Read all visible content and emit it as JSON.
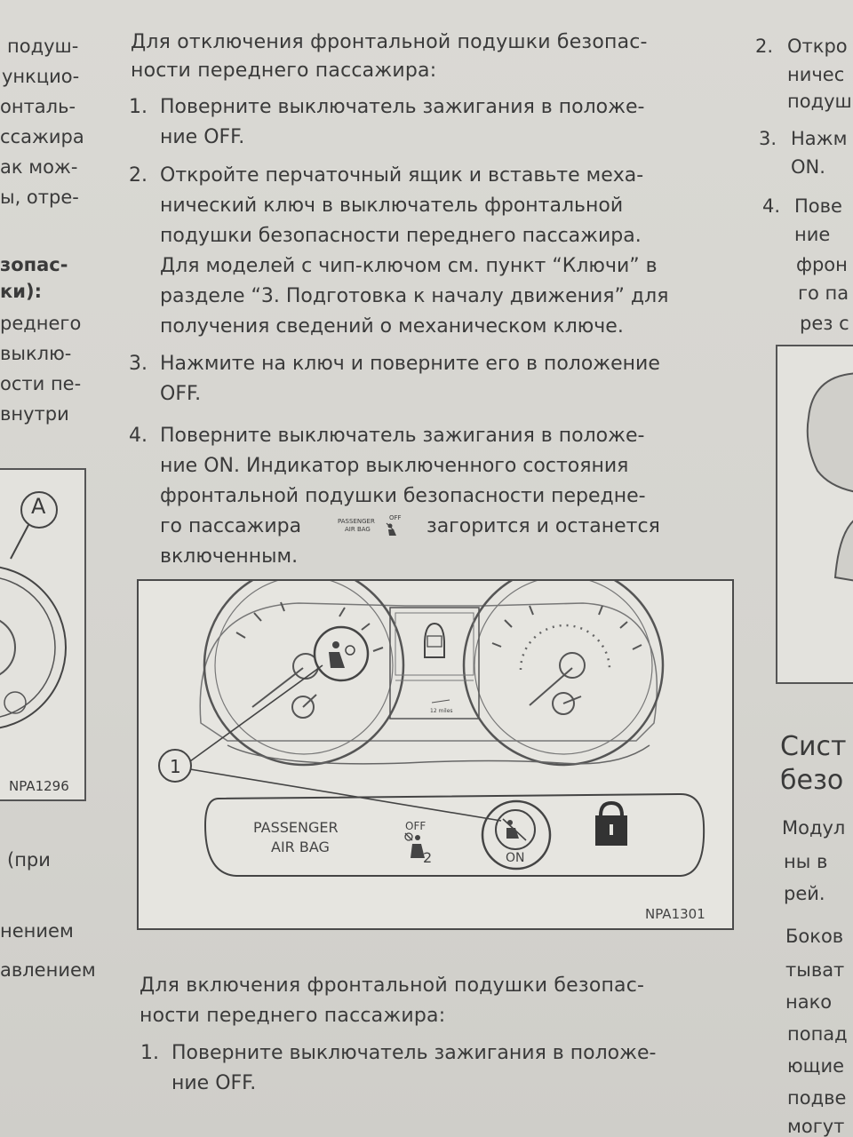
{
  "left_column": {
    "lines": [
      "подуш-",
      "ункцио-",
      "онталь-",
      "ссажира",
      "ак мож-",
      "ы, отре-"
    ],
    "heading": [
      "зопас-",
      "ки):"
    ],
    "lines2": [
      "реднего",
      "выклю-",
      "ости пе-",
      "внутри"
    ],
    "figure_callout": "A",
    "figure_code": "NPA1296",
    "lines3": [
      "(при",
      "нением",
      "авлением"
    ]
  },
  "middle_column": {
    "intro": [
      "Для отключения фронтальной подушки безопас-",
      "ности переднего пассажира:"
    ],
    "steps": [
      {
        "num": "1.",
        "lines": [
          "Поверните выключатель зажигания в положе-",
          "ние OFF."
        ]
      },
      {
        "num": "2.",
        "lines": [
          "Откройте перчаточный ящик и вставьте меха-",
          "нический ключ в выключатель фронтальной",
          "подушки безопасности переднего пассажира.",
          "Для моделей с чип-ключом см. пункт “Ключи” в",
          "разделе “3. Подготовка к началу движения” для",
          "получения сведений о механическом ключе."
        ]
      },
      {
        "num": "3.",
        "lines": [
          "Нажмите на ключ и поверните его в положение",
          "OFF."
        ]
      },
      {
        "num": "4.",
        "lines": [
          "Поверните выключатель зажигания в положе-",
          "ние ON. Индикатор выключенного состояния",
          "фронтальной подушки безопасности передне-",
          "го пассажира",
          "загорится и останется",
          "включенным."
        ]
      }
    ],
    "inline_icon_label": [
      "PASSENGER",
      "AIR BAG",
      "OFF"
    ],
    "figure": {
      "callout": "1",
      "panel_label": [
        "PASSENGER",
        "AIR BAG"
      ],
      "off_label": "OFF",
      "seat_number": "2",
      "on_label": "ON",
      "odometer": "12 miles",
      "code": "NPA1301"
    },
    "intro2": [
      "Для включения фронтальной подушки безопас-",
      "ности переднего пассажира:"
    ],
    "steps2": [
      {
        "num": "1.",
        "lines": [
          "Поверните выключатель зажигания в положе-",
          "ние OFF."
        ]
      }
    ]
  },
  "right_column": {
    "items": [
      {
        "num": "2.",
        "lines": [
          "Откро",
          "ничес",
          "подуш"
        ]
      },
      {
        "num": "3.",
        "lines": [
          "Нажм",
          "ON."
        ]
      },
      {
        "num": "4.",
        "lines": [
          "Пове",
          "ние",
          "фрон",
          "го па",
          "рез с"
        ]
      }
    ],
    "heading": [
      "Сист",
      "безо"
    ],
    "lines": [
      "Модул",
      "ны в",
      "рей.",
      "Боков",
      "тыват",
      "нако",
      "попад",
      "ющие",
      "подве",
      "могут"
    ]
  }
}
